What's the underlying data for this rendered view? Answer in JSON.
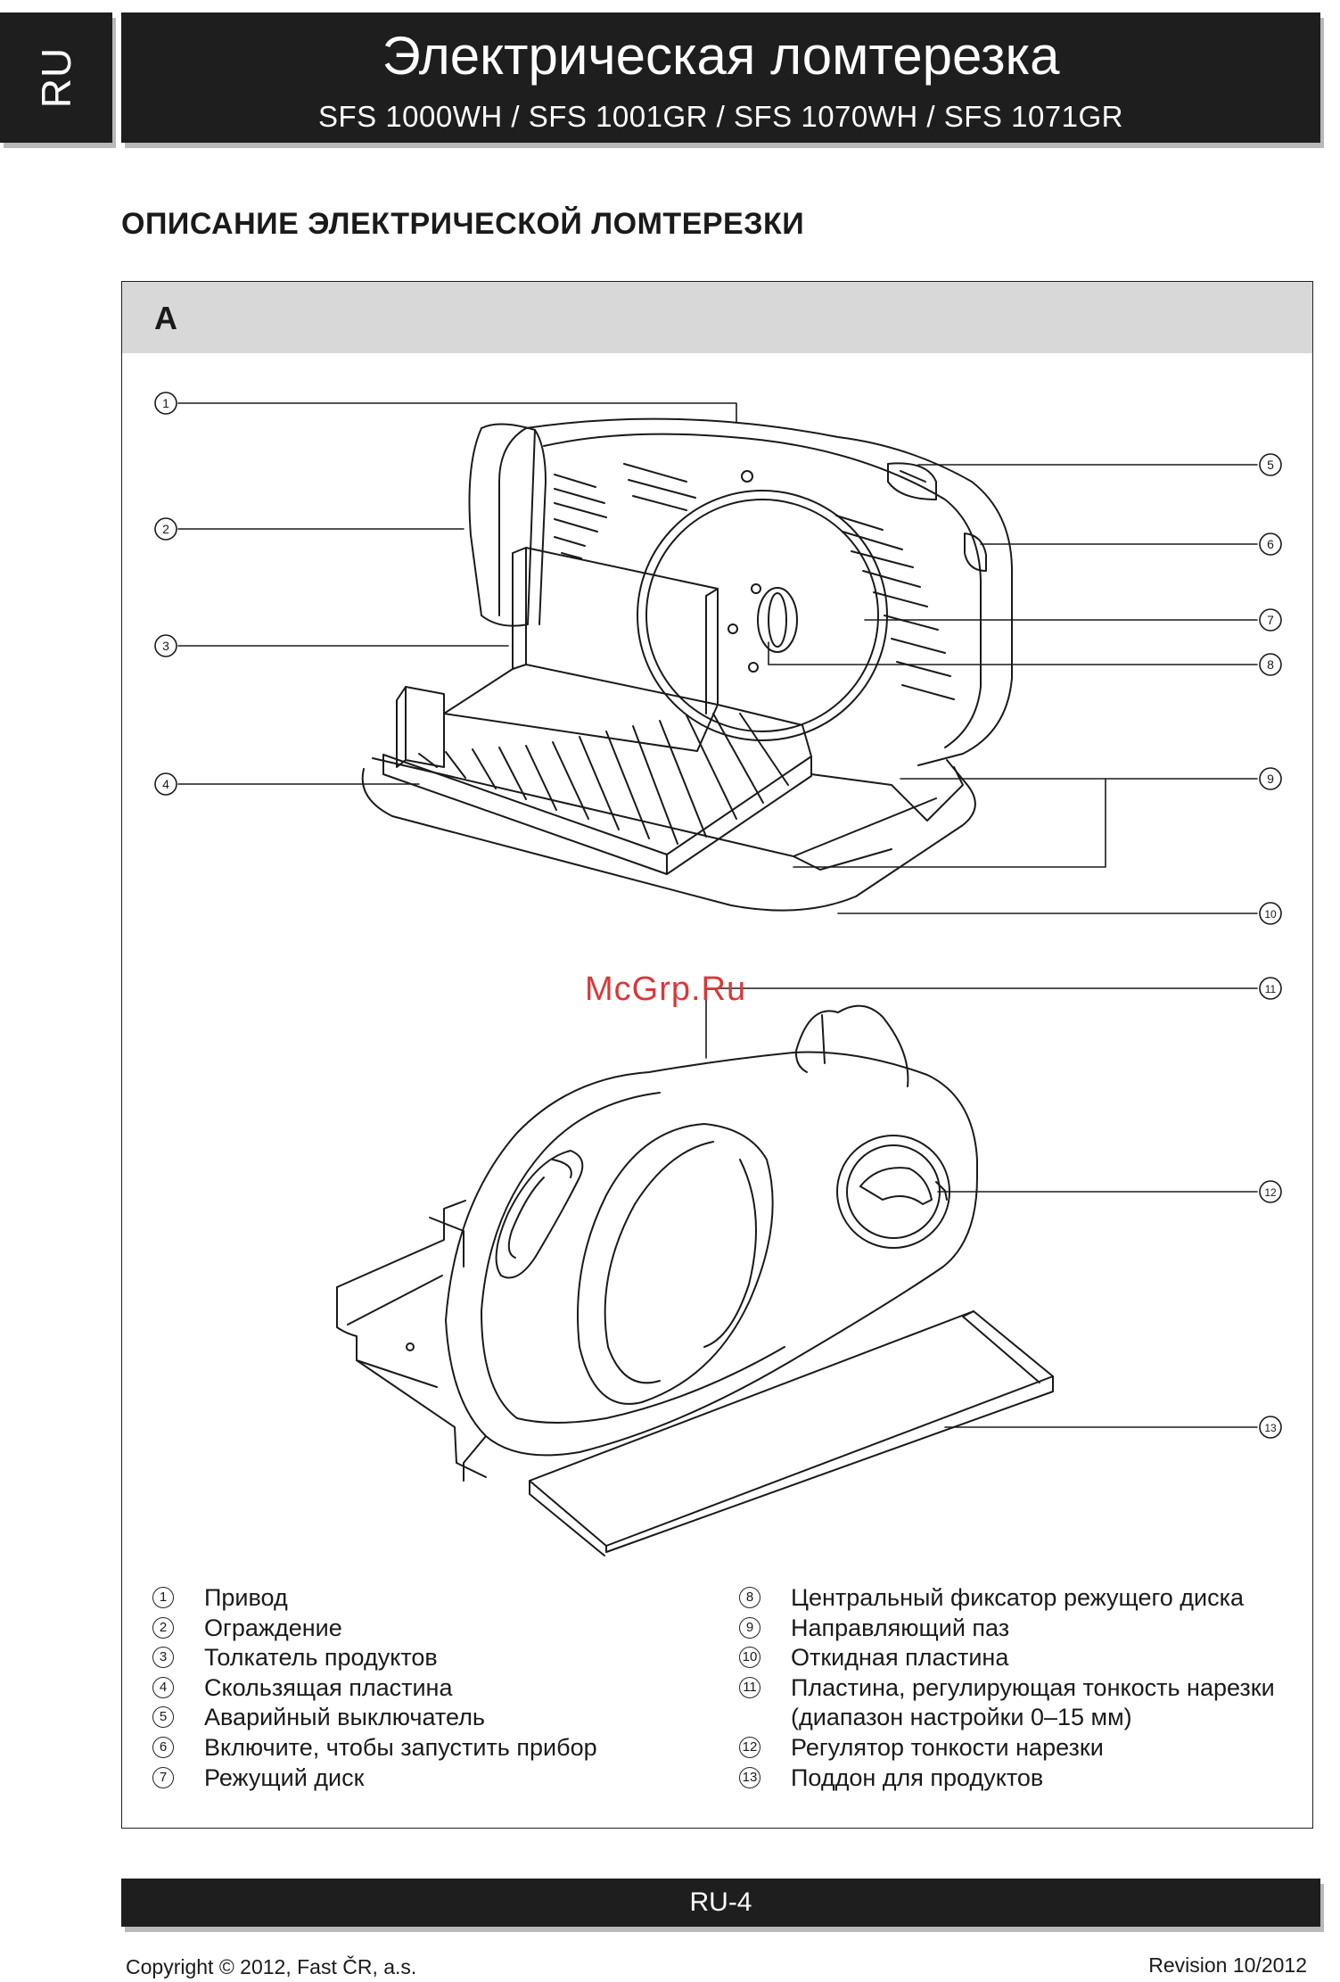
{
  "header": {
    "lang": "RU",
    "title": "Электрическая ломтерезка",
    "models": "SFS 1000WH / SFS 1001GR / SFS 1070WH / SFS 1071GR"
  },
  "section_title": "ОПИСАНИЕ ЭЛЕКТРИЧЕСКОЙ ЛОМТЕРЕЗКИ",
  "figure": {
    "label": "A",
    "watermark": "McGrp.Ru",
    "callout_numbers": [
      "1",
      "2",
      "3",
      "4",
      "5",
      "6",
      "7",
      "8",
      "9",
      "10",
      "11",
      "12",
      "13"
    ]
  },
  "legend_left": [
    {
      "num": "1",
      "text": "Привод"
    },
    {
      "num": "2",
      "text": "Ограждение"
    },
    {
      "num": "3",
      "text": "Толкатель продуктов"
    },
    {
      "num": "4",
      "text": "Скользящая пластина"
    },
    {
      "num": "5",
      "text": "Аварийный выключатель"
    },
    {
      "num": "6",
      "text": "Включите, чтобы запустить прибор"
    },
    {
      "num": "7",
      "text": "Режущий диск"
    }
  ],
  "legend_right": [
    {
      "num": "8",
      "text": "Центральный фиксатор режущего диска"
    },
    {
      "num": "9",
      "text": "Направляющий паз"
    },
    {
      "num": "10",
      "text": "Откидная пластина"
    },
    {
      "num": "11",
      "text": "Пластина, регулирующая тонкость нарезки",
      "text_cont": "(диапазон настройки 0–15 мм)"
    },
    {
      "num": "12",
      "text": "Регулятор тонкости нарезки"
    },
    {
      "num": "13",
      "text": "Поддон для продуктов"
    }
  ],
  "footer": {
    "page": "RU-4",
    "copyright": "Copyright © 2012, Fast ČR, a.s.",
    "revision": "Revision 10/2012"
  }
}
